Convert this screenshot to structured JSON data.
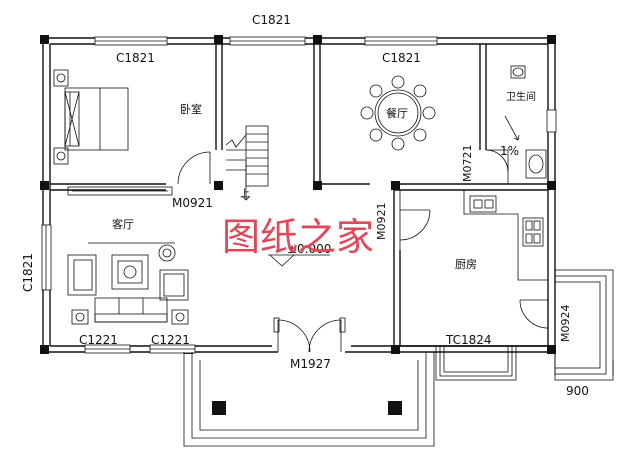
{
  "labels": {
    "top_window": "C1821",
    "bedroom_window": "C1821",
    "dining_window": "C1821",
    "left_window": "C1821",
    "left_window_2": "C1221",
    "right_window_2": "C1221",
    "bedroom": "卧室",
    "dining": "餐厅",
    "bathroom": "卫生间",
    "slope": "1%",
    "door_bath": "M0721",
    "door_bedroom": "M0921",
    "door_kitchen": "M0921",
    "stair_up": "上",
    "living": "客厅",
    "level": "±0.000",
    "kitchen": "厨房",
    "door_side": "M0924",
    "main_door": "M1927",
    "kitchen_window": "TC1824",
    "dim_900": "900"
  },
  "watermark": {
    "text": "图纸之家",
    "color": "#e0485a"
  }
}
